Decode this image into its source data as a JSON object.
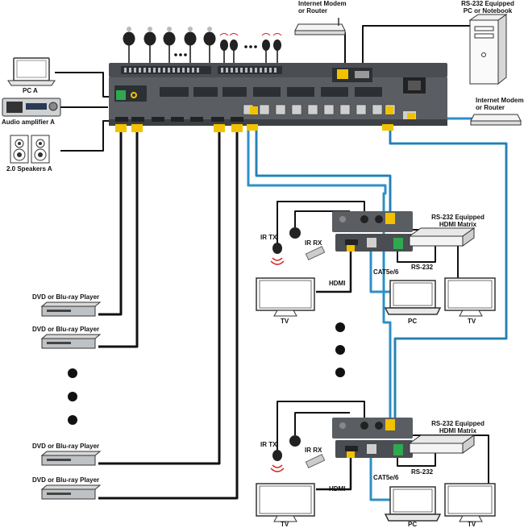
{
  "labels": {
    "pc_a": "PC A",
    "audio_amp_a": "Audio amplifier A",
    "speakers_a": "2.0 Speakers A",
    "modem_top": [
      "Internet Modem",
      "or Router"
    ],
    "rs232_pc": [
      "RS-232 Equipped",
      "PC or Notebook"
    ],
    "modem_right": [
      "Internet Modem",
      "or Router"
    ],
    "dvd": "DVD or Blu-ray Player",
    "ir_tx": "IR TX",
    "ir_rx": "IR RX",
    "hdmi": "HDMI",
    "cat": "CAT5e/6",
    "rs232": "RS-232",
    "rs232_matrix": [
      "RS-232 Equipped",
      "HDMI Matrix"
    ],
    "tv": "TV",
    "pc": "PC"
  },
  "colors": {
    "device_body": "#5a5e63",
    "device_dark": "#3c3f43",
    "cable_black": "#111111",
    "cable_blue": "#2e8fc7",
    "connector_yellow": "#f2c200",
    "terminal_green": "#2fa84f",
    "ir_red": "#d32020"
  },
  "icons": [
    "laptop-icon",
    "amplifier-icon",
    "speaker-icon",
    "router-icon",
    "pc-tower-icon",
    "dvd-player-icon",
    "tv-icon",
    "ir-emitter-icon",
    "ir-receiver-icon",
    "ellipsis-dots-icon"
  ]
}
